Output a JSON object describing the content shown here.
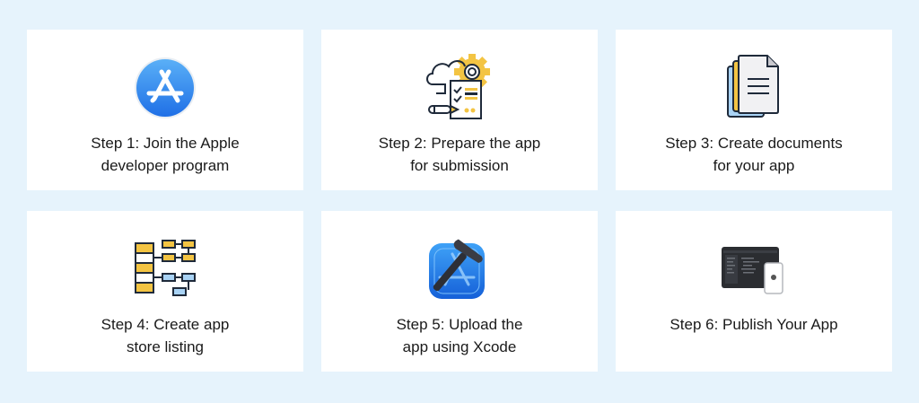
{
  "background_color": "#e6f3fc",
  "steps": [
    {
      "label": "Step 1: Join the Apple\ndeveloper program",
      "icon": "app-store-icon"
    },
    {
      "label": "Step 2: Prepare the app\nfor submission",
      "icon": "checklist-gear-icon"
    },
    {
      "label": "Step 3: Create documents\nfor your app",
      "icon": "documents-icon"
    },
    {
      "label": "Step 4: Create app\nstore listing",
      "icon": "flowchart-icon"
    },
    {
      "label": "Step 5: Upload the\napp using Xcode",
      "icon": "xcode-icon"
    },
    {
      "label": "Step 6: Publish Your App",
      "icon": "devices-icon"
    }
  ],
  "colors": {
    "card": "#ffffff",
    "text": "#1a1a1a",
    "app_store_blue": "#2f8bf0",
    "accent_yellow": "#f3c443",
    "outline": "#1f2a3a",
    "light_blue": "#a9d3f5"
  }
}
